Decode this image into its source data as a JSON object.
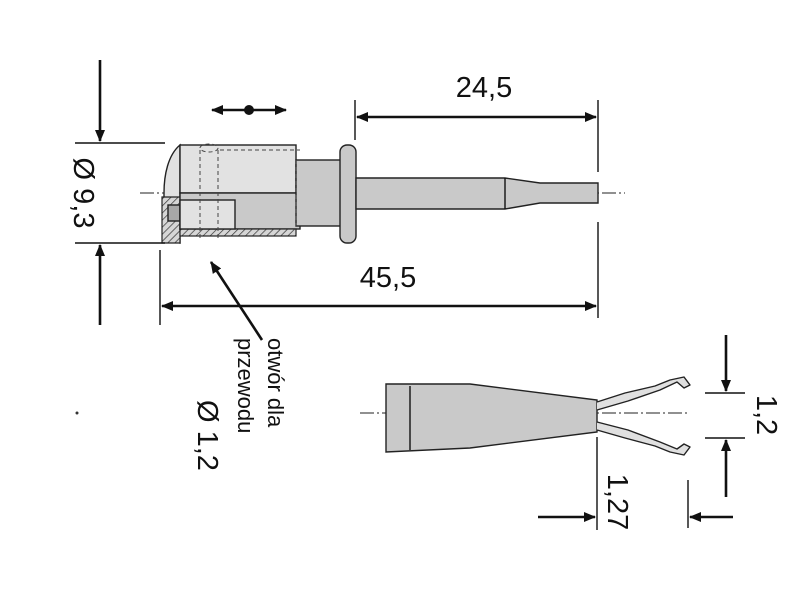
{
  "dimensions": {
    "tip_length": "24,5",
    "total_length": "45,5",
    "body_diameter": "Ø 9,3",
    "jaw_opening": "1,2",
    "jaw_pitch": "1,27"
  },
  "wire_hole_note": {
    "line1": "otwór dla",
    "line2": "przewodu",
    "line3": "Ø 1,2"
  },
  "colors": {
    "body": "#c9c9c9",
    "outline": "#222222"
  }
}
